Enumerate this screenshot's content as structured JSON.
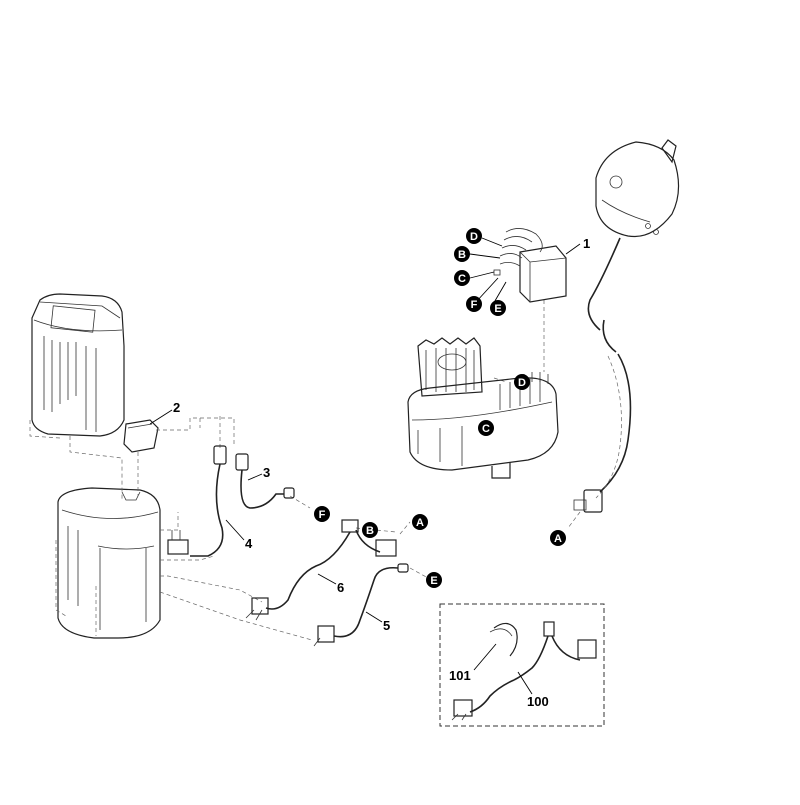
{
  "callouts": {
    "p1": "1",
    "p2": "2",
    "p3": "3",
    "p4": "4",
    "p5": "5",
    "p6": "6",
    "p100": "100",
    "p101": "101"
  },
  "connectors": {
    "A": "A",
    "B": "B",
    "C": "C",
    "D": "D",
    "E": "E",
    "F": "F"
  },
  "colors": {
    "badge": "#000000",
    "line": "#222222",
    "background": "#ffffff"
  }
}
